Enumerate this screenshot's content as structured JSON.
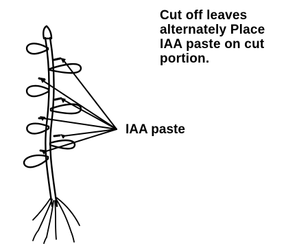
{
  "instruction": {
    "lines": [
      "Cut off leaves",
      "alternately  Place",
      "IAA paste on cut",
      "portion."
    ]
  },
  "callout": {
    "label": "IAA paste"
  },
  "icons": {
    "plant": "plant-with-leaves-and-roots-illustration"
  }
}
